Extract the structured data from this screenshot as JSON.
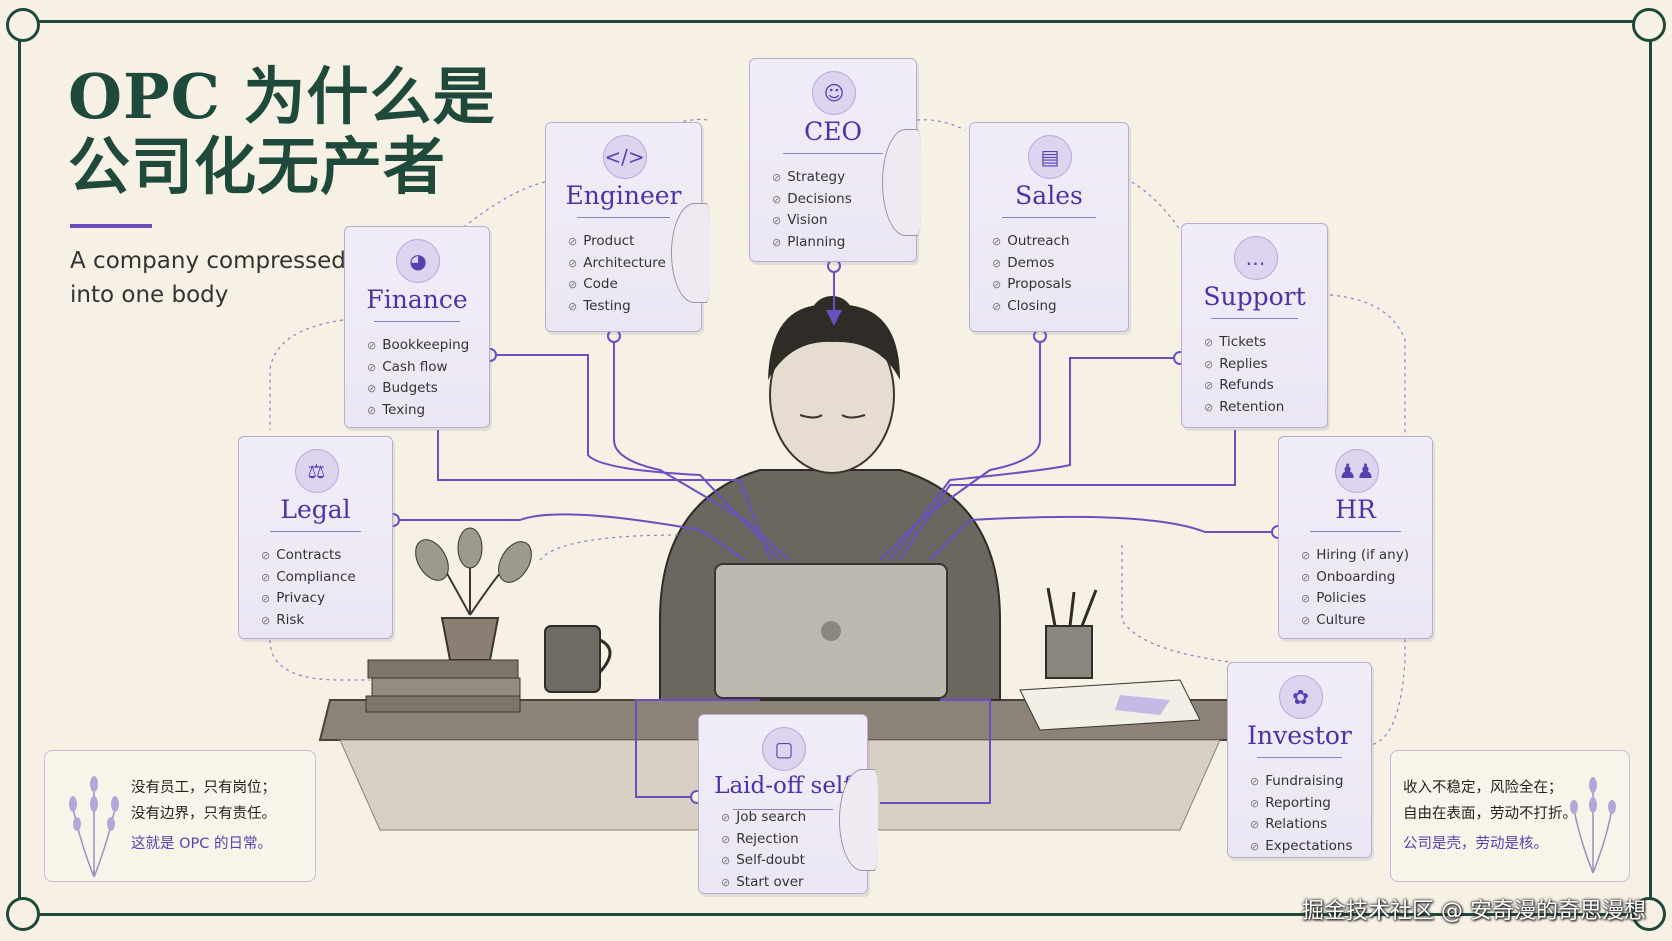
{
  "title_line1": "OPC 为什么是",
  "title_line2": "公司化无产者",
  "subtitle": "A company compressed into one body",
  "colors": {
    "accent": "#5a3fb0",
    "frame": "#1f4a3b",
    "card_bg": "#ede8f5"
  },
  "cards": {
    "ceo": {
      "icon": "person-icon",
      "title": "CEO",
      "items": [
        "Strategy",
        "Decisions",
        "Vision",
        "Planning"
      ]
    },
    "engineer": {
      "icon": "code-icon",
      "title": "Engineer",
      "items": [
        "Product",
        "Architecture",
        "Code",
        "Testing"
      ]
    },
    "sales": {
      "icon": "bar-chart-icon",
      "title": "Sales",
      "items": [
        "Outreach",
        "Demos",
        "Proposals",
        "Closing"
      ]
    },
    "finance": {
      "icon": "pie-chart-icon",
      "title": "Finance",
      "items": [
        "Bookkeeping",
        "Cash flow",
        "Budgets",
        "Texing"
      ]
    },
    "support": {
      "icon": "chat-bubble-icon",
      "title": "Support",
      "items": [
        "Tickets",
        "Replies",
        "Refunds",
        "Retention"
      ]
    },
    "legal": {
      "icon": "scales-icon",
      "title": "Legal",
      "items": [
        "Contracts",
        "Compliance",
        "Privacy",
        "Risk"
      ]
    },
    "hr": {
      "icon": "people-icon",
      "title": "HR",
      "items": [
        "Hiring (if any)",
        "Onboarding",
        "Policies",
        "Culture"
      ]
    },
    "investor": {
      "icon": "plant-hand-icon",
      "title": "Investor",
      "items": [
        "Fundraising",
        "Reporting",
        "Relations",
        "Expectations"
      ]
    },
    "laidoff": {
      "icon": "briefcase-icon",
      "title": "Laid-off self",
      "items": [
        "Job search",
        "Rejection",
        "Self-doubt",
        "Start over"
      ]
    }
  },
  "note_left": {
    "line1": "没有员工，只有岗位；",
    "line2": "没有边界，只有责任。",
    "line3": "这就是 OPC 的日常。"
  },
  "note_right": {
    "line1": "收入不稳定，风险全在；",
    "line2": "自由在表面，劳动不打折。",
    "line3": "公司是壳，劳动是核。"
  },
  "watermark": "掘金技术社区 @ 安奇漫的奇思漫想"
}
